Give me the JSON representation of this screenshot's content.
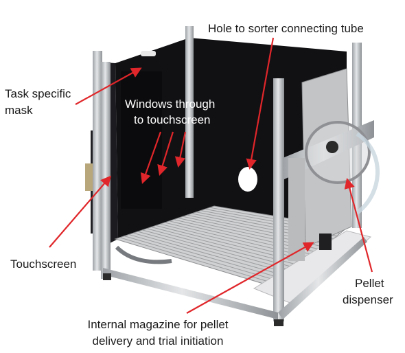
{
  "colors": {
    "arrow": "#e0262a",
    "frame": "#c9ccd0",
    "back_panel": "#111114",
    "grid": "#9a9c9e",
    "tray": "#e8e8ea"
  },
  "labels": {
    "hole": "Hole to sorter connecting tube",
    "mask_line1": "Task specific",
    "mask_line2": "mask",
    "windows_line1": "Windows through",
    "windows_line2": "to touchscreen",
    "touchscreen": "Touchscreen",
    "pellet_line1": "Pellet",
    "pellet_line2": "dispenser",
    "magazine_line1": "Internal magazine for pellet",
    "magazine_line2": "delivery and trial initiation"
  }
}
